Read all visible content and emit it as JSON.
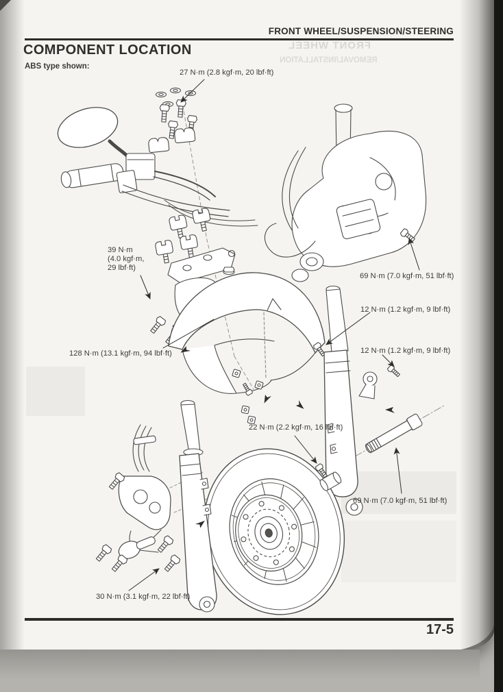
{
  "page": {
    "header_title": "FRONT WHEEL/SUSPENSION/STEERING",
    "section_title": "COMPONENT LOCATION",
    "variant_note": "ABS type shown:",
    "page_number": "17-5"
  },
  "torque_labels": [
    {
      "text": "27 N·m (2.8 kgf·m, 20 lbf·ft)"
    },
    {
      "text": "39 N·m\n(4.0 kgf·m,\n29 lbf·ft)"
    },
    {
      "text": "128 N·m (13.1 kgf·m, 94 lbf·ft)"
    },
    {
      "text": "69 N·m (7.0 kgf·m, 51 lbf·ft)"
    },
    {
      "text": "12 N·m (1.2 kgf·m, 9 lbf·ft)"
    },
    {
      "text": "12 N·m (1.2 kgf·m, 9 lbf·ft)"
    },
    {
      "text": "22 N·m (2.2 kgf·m, 16 lbf·ft)"
    },
    {
      "text": "69 N·m (7.0 kgf·m, 51 lbf·ft)"
    },
    {
      "text": "30 N·m (3.1 kgf·m, 22 lbf·ft)"
    }
  ],
  "ghost_bleed_text": {
    "line1": "FRONT WHEEL",
    "line2": "REMOVAL/INSTALLATION"
  },
  "colors": {
    "paper": "#f5f4f1",
    "ink": "#2e2e2c",
    "line_art": "#4a4a48",
    "scan_background": "#b5b3ae",
    "page_edge_black": "#161614"
  }
}
